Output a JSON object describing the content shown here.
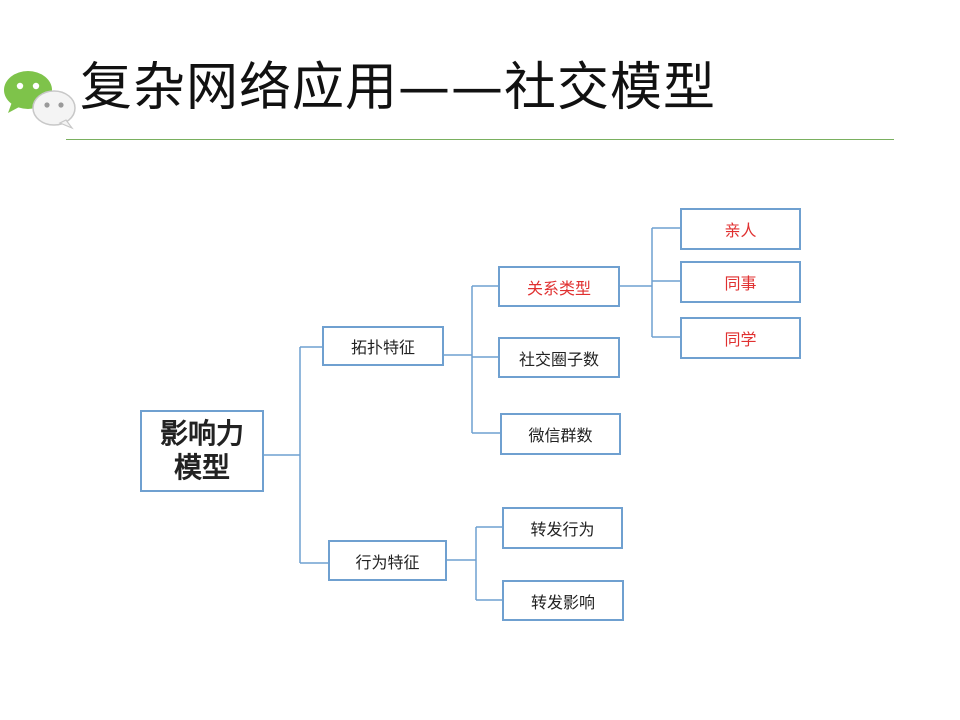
{
  "slide": {
    "title": "复杂网络应用——社交模型"
  },
  "logo": {
    "icon": "wechat-logo-icon",
    "bubble_color": "#7ec34a"
  },
  "diagram": {
    "line_color": "#6fa0d0",
    "root": {
      "line1": "影响力",
      "line2": "模型"
    },
    "topology": {
      "label": "拓扑特征",
      "relation_type": {
        "label": "关系类型",
        "highlight_color": "#e03030",
        "children": [
          "亲人",
          "同事",
          "同学"
        ]
      },
      "social_circle_count": "社交圈子数",
      "wechat_group_count": "微信群数"
    },
    "behavior": {
      "label": "行为特征",
      "children": [
        "转发行为",
        "转发影响"
      ]
    }
  }
}
